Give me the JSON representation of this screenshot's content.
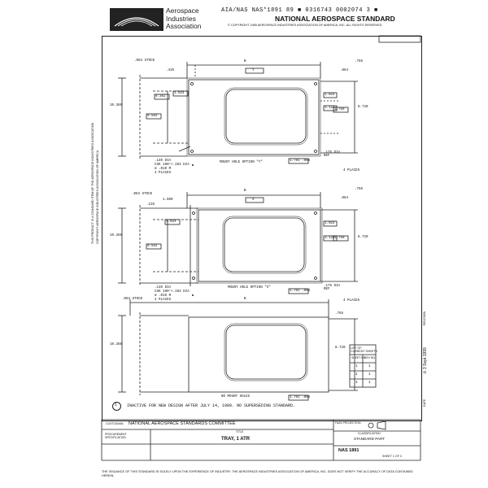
{
  "header": {
    "logo_lines": [
      "Aerospace",
      "Industries",
      "Association"
    ],
    "doc_number": "AIA/NAS NAS*1891 89 ■ 0316743 0002074 3 ■",
    "title": "NATIONAL AEROSPACE STANDARD",
    "copyright": "© COPYRIGHT 1989 AEROSPACE INDUSTRIES ASSOCIATION OF AMERICA, INC. ALL RIGHTS RESERVED"
  },
  "views": [
    {
      "stock": ".063 STOCK",
      "dims": {
        "d_410": ".410",
        "d_B": "B",
        "d_Y": "Y",
        "d_864": ".864",
        "d_755": ".755",
        "d_1": "1.024",
        "d_2": "9.362",
        "d_3": "9.562",
        "d_4": "10.360",
        "d_5": "8.720",
        "d_6": "1.024",
        "d_7": "3.124",
        "d_8": "1.750"
      },
      "hole_callout": [
        ".140 DIA",
        "CSK 100°×.283 DIA",
        "⊕ .010 M",
        "4 PLACES"
      ],
      "mount": "MOUNT HOLE OPTION \"Y\"",
      "bend": ".175 DIA REF",
      "places": "4 PLACES",
      "box": "1.781 .003"
    },
    {
      "stock": ".063 STOCK",
      "dims": {
        "d_410": ".210",
        "d_B": "B",
        "d_Y": "X",
        "d_864": ".864",
        "d_755": ".755",
        "d_1": "1.500",
        "d_2": "1.024",
        "d_3": "9.562",
        "d_4": "10.360",
        "d_5": "8.720",
        "d_6": "1.024",
        "d_7": "3.124",
        "d_8": "1.750"
      },
      "hole_callout": [
        ".140 DIA",
        "CSK 100°×.283 DIA",
        "⊕ .010 M",
        "4 PLACES"
      ],
      "mount": "MOUNT HOLE OPTION \"X\"",
      "bend": ".175 DIA REF",
      "places": "4 PLACES",
      "box": "1.781 .003"
    },
    {
      "stock": ".063 STOCK",
      "dims": {
        "d_B": "B",
        "d_4": "10.360",
        "d_5": "8.720",
        "d_755": ".755"
      },
      "mount": "NO MOUNT HOLES",
      "box": "1.781 .003"
    }
  ],
  "sheet_table": {
    "title": [
      "LIST OF",
      "CURRENT SHEETS"
    ],
    "headers": [
      "SHEET NO.",
      "REV NO."
    ],
    "rows": [
      [
        "1",
        "1"
      ],
      [
        "2",
        "1"
      ],
      [
        "3",
        "1"
      ]
    ]
  },
  "side_left": [
    "THIS PRODUCT IS A STANDARD ITEM OF THE AEROSPACE INDUSTRIES ASSOCIATION",
    "COPYRIGHT AEROSPACE INDUSTRIES ASSOCIATION OF AMERICA"
  ],
  "side_right": [
    "REVISION",
    "① 3 Sept 1999",
    "DATE"
  ],
  "note": "INACTIVE FOR NEW DESIGN AFTER JULY 14, 1989.  NO SUPERSEDING STANDARD.",
  "note_num": "1",
  "title_block": {
    "custodian_label": "CUSTODIAN:",
    "custodian": "NATIONAL AEROSPACE STANDARDS COMMITTEE",
    "proc_label": "PROCUREMENT SPECIFICATION",
    "title_label": "TITLE",
    "title": "TRAY, 1   ATR",
    "class_label": "CLASSIFICATION",
    "class_value": "STANDARD PART",
    "nas_no": "NAS 1891",
    "sheet": "SHEET 1 OF 3",
    "proj_label": "FAAS PROJECTION"
  },
  "footer": "THE ISSUANCE OF THIS STANDARD IS SOLELY UPON THE EXPERIENCE OF INDUSTRY. THE AEROSPACE INDUSTRIES ASSOCIATION OF AMERICA, INC. DOES NOT VERIFY THE ACCURACY OF DATA CONTAINED HEREIN."
}
